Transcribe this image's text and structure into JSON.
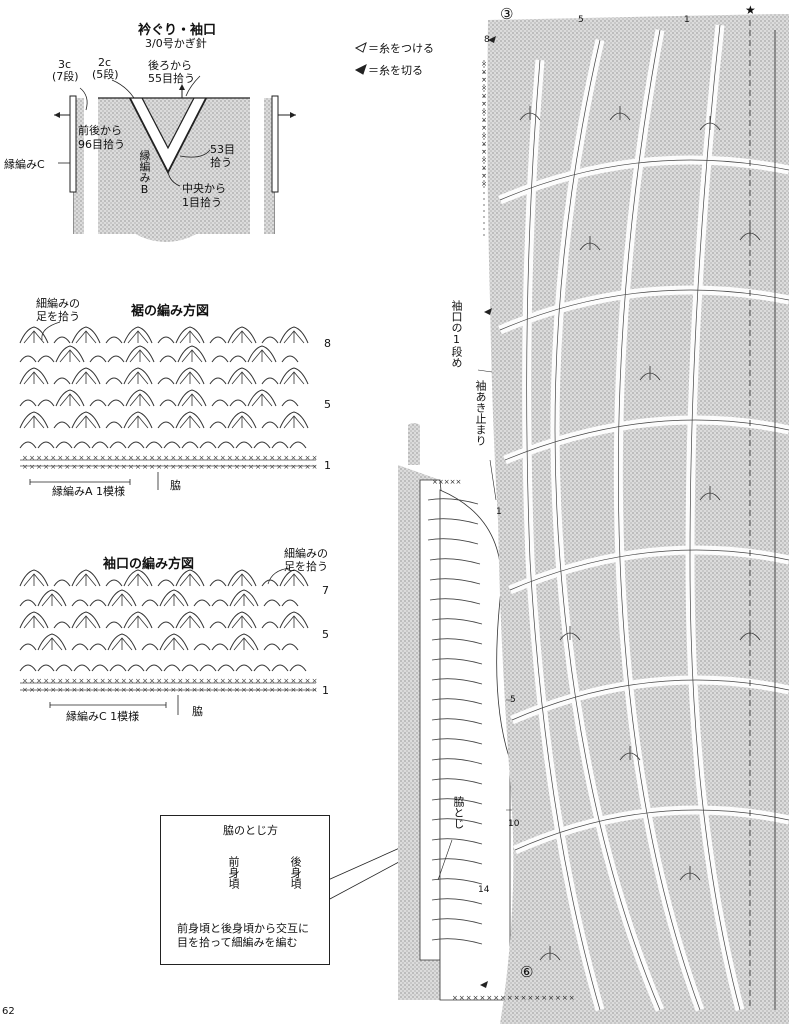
{
  "neckline": {
    "title": "衿ぐり・袖口",
    "hook": "3/0号かぎ針",
    "c3": "3c",
    "rows7": "(7段)",
    "c2": "2c",
    "rows5": "(5段)",
    "back": "後ろから",
    "back_count": "55目拾う",
    "front": "前後から",
    "front_count": "96目拾う",
    "right_count": "53目",
    "right_pick": "拾う",
    "edge_b": "縁編みB",
    "center": "中央から",
    "center_count": "1目拾う",
    "edge_c": "縁編みC"
  },
  "legend": {
    "attach": "＝糸をつける",
    "cut": "＝糸を切る"
  },
  "hem": {
    "title": "裾の編み方図",
    "note1": "細編みの",
    "note2": "足を拾う",
    "row8": "8",
    "row5": "5",
    "row1": "1",
    "repeat": "縁編みA 1模様",
    "side": "脇"
  },
  "cuff": {
    "title": "袖口の編み方図",
    "note1": "細編みの",
    "note2": "足を拾う",
    "row7": "7",
    "row5": "5",
    "row1": "1",
    "repeat": "縁編みC 1模様",
    "side": "脇"
  },
  "seam": {
    "title": "脇のとじ方",
    "front": "前身頃",
    "back": "後身頃",
    "caption1": "前身頃と後身頃から交互に",
    "caption2": "目を拾って細編みを編む"
  },
  "main": {
    "mark3": "③",
    "mark6": "⑥",
    "num5_top": "5",
    "num1_top": "1",
    "num8": "8",
    "sleeve_dec": "袖口の1段め",
    "sleeve_stop": "袖あき止まり",
    "side_seam": "脇とじ",
    "num1": "1",
    "num5": "5",
    "num10": "10",
    "num14": "14",
    "star": "★"
  },
  "page_number": "62"
}
